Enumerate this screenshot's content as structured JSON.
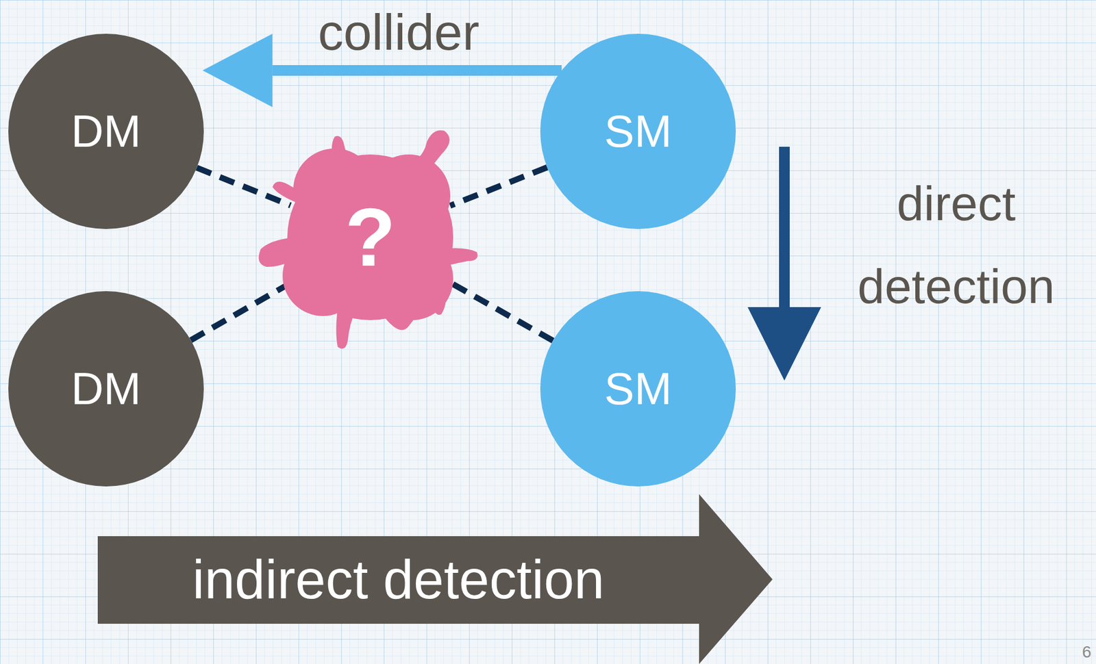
{
  "diagram": {
    "nodes": [
      {
        "text": [
          "DM"
        ]
      },
      {
        "text": [
          "SM"
        ]
      },
      {
        "text": [
          "?"
        ]
      },
      {
        "text": [
          "DM"
        ]
      },
      {
        "text": [
          "SM"
        ]
      },
      {
        "text": [
          "indirect detection"
        ]
      }
    ],
    "edges": [
      {
        "from": 0,
        "to": 2,
        "arrow": "none"
      },
      {
        "from": 1,
        "to": 2,
        "arrow": "none"
      },
      {
        "from": 3,
        "to": 2,
        "arrow": "none"
      },
      {
        "from": 4,
        "to": 2,
        "arrow": "none"
      },
      {
        "from": 1,
        "to": 0,
        "label": "collider",
        "arrow": "to"
      },
      {
        "from": 1,
        "to": 4,
        "label": "direct detection",
        "arrow": "to"
      }
    ],
    "labels": [
      "6"
    ]
  }
}
